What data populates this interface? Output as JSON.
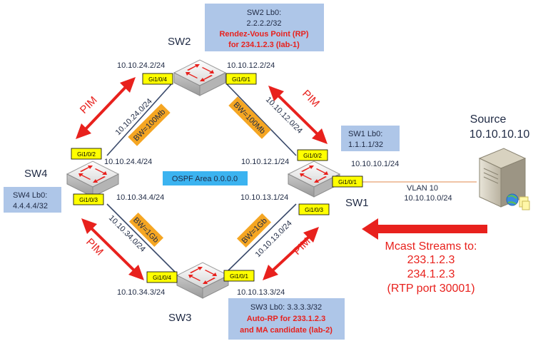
{
  "colors": {
    "link_line": "#3a4a6b",
    "port_fill": "#ffff00",
    "bw_fill": "#f5a623",
    "info_box": "#aec6e8",
    "ospf_box": "#3bb3f0",
    "pim_arrow": "#e8211d",
    "red_text": "#e8211d",
    "dark_text": "#1f2a44",
    "vlan_line": "#e8a070"
  },
  "switches": {
    "sw1": {
      "name": "SW1"
    },
    "sw2": {
      "name": "SW2"
    },
    "sw3": {
      "name": "SW3"
    },
    "sw4": {
      "name": "SW4"
    }
  },
  "ports": {
    "sw2_gi1_0_4": "Gi1/0/4",
    "sw2_gi1_0_1": "Gi1/0/1",
    "sw4_gi1_0_2": "Gi1/0/2",
    "sw4_gi1_0_3": "Gi1/0/3",
    "sw1_gi1_0_2": "Gi1/0/2",
    "sw1_gi1_0_1": "Gi1/0/1",
    "sw1_gi1_0_3": "Gi1/0/3",
    "sw3_gi1_0_4": "Gi1/0/4",
    "sw3_gi1_0_1": "Gi1/0/1"
  },
  "ips": {
    "sw2_left": "10.10.24.2/24",
    "sw2_right": "10.10.12.2/24",
    "sw4_top": "10.10.24.4/24",
    "sw4_bottom": "10.10.34.4/24",
    "sw1_top": "10.10.12.1/24",
    "sw1_bottom": "10.10.13.1/24",
    "sw1_vlan": "10.10.10.1/24",
    "sw3_left": "10.10.34.3/24",
    "sw3_right": "10.10.13.3/24"
  },
  "subnets": {
    "sw2_sw4": "10.10.24.0/24",
    "sw2_sw1": "10.10.12.0/24",
    "sw4_sw3": "10.10.34.0/24",
    "sw1_sw3": "10.10.13.0/24"
  },
  "bandwidth": {
    "sw2_sw4": "BW=100Mb",
    "sw2_sw1": "BW=100Mb",
    "sw4_sw3": "BW=1Gb",
    "sw1_sw3": "BW=1Gb"
  },
  "pim": {
    "label": "PIM"
  },
  "sw2_box": {
    "line1": "SW2 Lb0:",
    "line2": "2.2.2.2/32",
    "line3": "Rendez-Vous Point (RP)",
    "line4": "for 234.1.2.3  (lab-1)"
  },
  "sw1_box": {
    "line1": "SW1 Lb0:",
    "line2": "1.1.1.1/32"
  },
  "sw4_box": {
    "line1": "SW4 Lb0:",
    "line2": "4.4.4.4/32"
  },
  "sw3_box": {
    "line1": "SW3 Lb0: 3.3.3.3/32",
    "line2": "Auto-RP  for 233.1.2.3",
    "line3": "and MA candidate (lab-2)"
  },
  "ospf": {
    "label": "OSPF Area 0.0.0.0"
  },
  "vlan": {
    "line1": "VLAN 10",
    "line2": "10.10.10.0/24"
  },
  "source": {
    "line1": "Source",
    "line2": "10.10.10.10"
  },
  "mcast": {
    "line1": "Mcast Streams to:",
    "line2": "233.1.2.3",
    "line3": "234.1.2.3",
    "line4": "(RTP port 30001)"
  }
}
